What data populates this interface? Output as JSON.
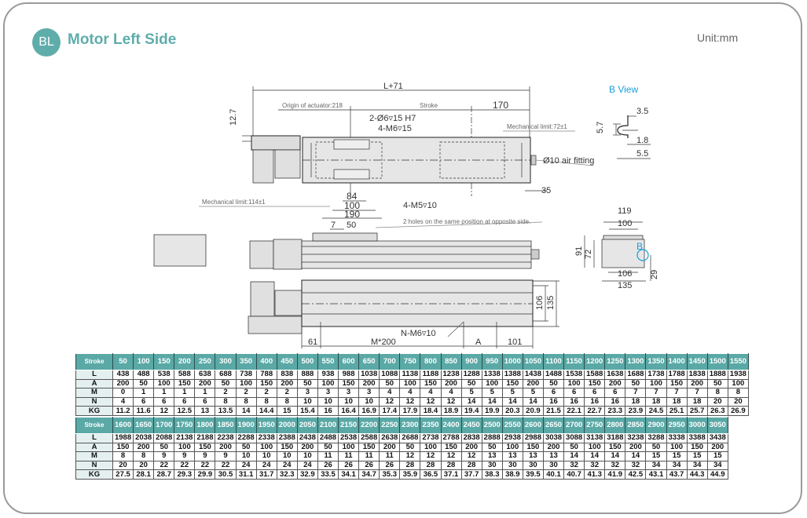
{
  "header": {
    "badge": "BL",
    "title": "Motor Left Side",
    "unit": "Unit:mm"
  },
  "drawing": {
    "top_view": {
      "overall": "L+71",
      "origin": "Origin of actuator:218",
      "stroke": "Stroke",
      "end_dim": "170",
      "h1": "12.7",
      "pin_holes": "2-Ø6▿15 H7",
      "tap_holes": "4-M6▿15",
      "mech_limit_right": "Mechanical limit:72±1",
      "mech_limit_left": "Mechanical limit:114±1",
      "air_fitting": "Ø10 air fitting",
      "d35": "35",
      "d84": "84",
      "d100": "100",
      "d190": "190",
      "m5": "4-M5▿10"
    },
    "side_view": {
      "d7": "7",
      "d50": "50",
      "note": "2 holes on the same position at opposite side."
    },
    "bottom_view": {
      "holes": "N-M6▿10",
      "d61": "61",
      "pitch": "M*200",
      "a": "A",
      "d101": "101",
      "d106": "106",
      "d135": "135"
    },
    "b_view": {
      "title": "B View",
      "d35": "3.5",
      "d57": "5.7",
      "d18": "1.8",
      "d55": "5.5"
    },
    "end_view": {
      "d119": "119",
      "d100": "100",
      "d91": "91",
      "d72": "72",
      "b": "B",
      "d106": "106",
      "d135": "135",
      "d29": "29"
    }
  },
  "table": {
    "row_labels": [
      "Stroke",
      "L",
      "A",
      "M",
      "N",
      "KG"
    ],
    "part1": {
      "stroke": [
        "50",
        "100",
        "150",
        "200",
        "250",
        "300",
        "350",
        "400",
        "450",
        "500",
        "550",
        "600",
        "650",
        "700",
        "750",
        "800",
        "850",
        "900",
        "950",
        "1000",
        "1050",
        "1100",
        "1150",
        "1200",
        "1250",
        "1300",
        "1350",
        "1400",
        "1450",
        "1500",
        "1550"
      ],
      "L": [
        "438",
        "488",
        "538",
        "588",
        "638",
        "688",
        "738",
        "788",
        "838",
        "888",
        "938",
        "988",
        "1038",
        "1088",
        "1138",
        "1188",
        "1238",
        "1288",
        "1338",
        "1388",
        "1438",
        "1488",
        "1538",
        "1588",
        "1638",
        "1688",
        "1738",
        "1788",
        "1838",
        "1888",
        "1938"
      ],
      "A": [
        "200",
        "50",
        "100",
        "150",
        "200",
        "50",
        "100",
        "150",
        "200",
        "50",
        "100",
        "150",
        "200",
        "50",
        "100",
        "150",
        "200",
        "50",
        "100",
        "150",
        "200",
        "50",
        "100",
        "150",
        "200",
        "50",
        "100",
        "150",
        "200",
        "50",
        "100"
      ],
      "M": [
        "0",
        "1",
        "1",
        "1",
        "1",
        "2",
        "2",
        "2",
        "2",
        "3",
        "3",
        "3",
        "3",
        "4",
        "4",
        "4",
        "4",
        "5",
        "5",
        "5",
        "5",
        "6",
        "6",
        "6",
        "6",
        "7",
        "7",
        "7",
        "7",
        "8",
        "8"
      ],
      "N": [
        "4",
        "6",
        "6",
        "6",
        "6",
        "8",
        "8",
        "8",
        "8",
        "10",
        "10",
        "10",
        "10",
        "12",
        "12",
        "12",
        "12",
        "14",
        "14",
        "14",
        "14",
        "16",
        "16",
        "16",
        "16",
        "18",
        "18",
        "18",
        "18",
        "20",
        "20"
      ],
      "KG": [
        "11.2",
        "11.6",
        "12",
        "12.5",
        "13",
        "13.5",
        "14",
        "14.4",
        "15",
        "15.4",
        "16",
        "16.4",
        "16.9",
        "17.4",
        "17.9",
        "18.4",
        "18.9",
        "19.4",
        "19.9",
        "20.3",
        "20.9",
        "21.5",
        "22.1",
        "22.7",
        "23.3",
        "23.9",
        "24.5",
        "25.1",
        "25.7",
        "26.3",
        "26.9"
      ]
    },
    "part2": {
      "stroke": [
        "1600",
        "1650",
        "1700",
        "1750",
        "1800",
        "1850",
        "1900",
        "1950",
        "2000",
        "2050",
        "2100",
        "2150",
        "2200",
        "2250",
        "2300",
        "2350",
        "2400",
        "2450",
        "2500",
        "2550",
        "2600",
        "2650",
        "2700",
        "2750",
        "2800",
        "2850",
        "2900",
        "2950",
        "3000",
        "3050"
      ],
      "L": [
        "1988",
        "2038",
        "2088",
        "2138",
        "2188",
        "2238",
        "2288",
        "2338",
        "2388",
        "2438",
        "2488",
        "2538",
        "2588",
        "2638",
        "2688",
        "2738",
        "2788",
        "2838",
        "2888",
        "2938",
        "2988",
        "3038",
        "3088",
        "3138",
        "3188",
        "3238",
        "3288",
        "3338",
        "3388",
        "3438"
      ],
      "A": [
        "150",
        "200",
        "50",
        "100",
        "150",
        "200",
        "50",
        "100",
        "150",
        "200",
        "50",
        "100",
        "150",
        "200",
        "50",
        "100",
        "150",
        "200",
        "50",
        "100",
        "150",
        "200",
        "50",
        "100",
        "150",
        "200",
        "50",
        "100",
        "150",
        "200"
      ],
      "M": [
        "8",
        "8",
        "9",
        "9",
        "9",
        "9",
        "10",
        "10",
        "10",
        "10",
        "11",
        "11",
        "11",
        "11",
        "12",
        "12",
        "12",
        "12",
        "13",
        "13",
        "13",
        "13",
        "14",
        "14",
        "14",
        "14",
        "15",
        "15",
        "15",
        "15"
      ],
      "N": [
        "20",
        "20",
        "22",
        "22",
        "22",
        "22",
        "24",
        "24",
        "24",
        "24",
        "26",
        "26",
        "26",
        "26",
        "28",
        "28",
        "28",
        "28",
        "30",
        "30",
        "30",
        "30",
        "32",
        "32",
        "32",
        "32",
        "34",
        "34",
        "34",
        "34"
      ],
      "KG": [
        "27.5",
        "28.1",
        "28.7",
        "29.3",
        "29.9",
        "30.5",
        "31.1",
        "31.7",
        "32.3",
        "32.9",
        "33.5",
        "34.1",
        "34.7",
        "35.3",
        "35.9",
        "36.5",
        "37.1",
        "37.7",
        "38.3",
        "38.9",
        "39.5",
        "40.1",
        "40.7",
        "41.3",
        "41.9",
        "42.5",
        "43.1",
        "43.7",
        "44.3",
        "44.9"
      ]
    }
  }
}
